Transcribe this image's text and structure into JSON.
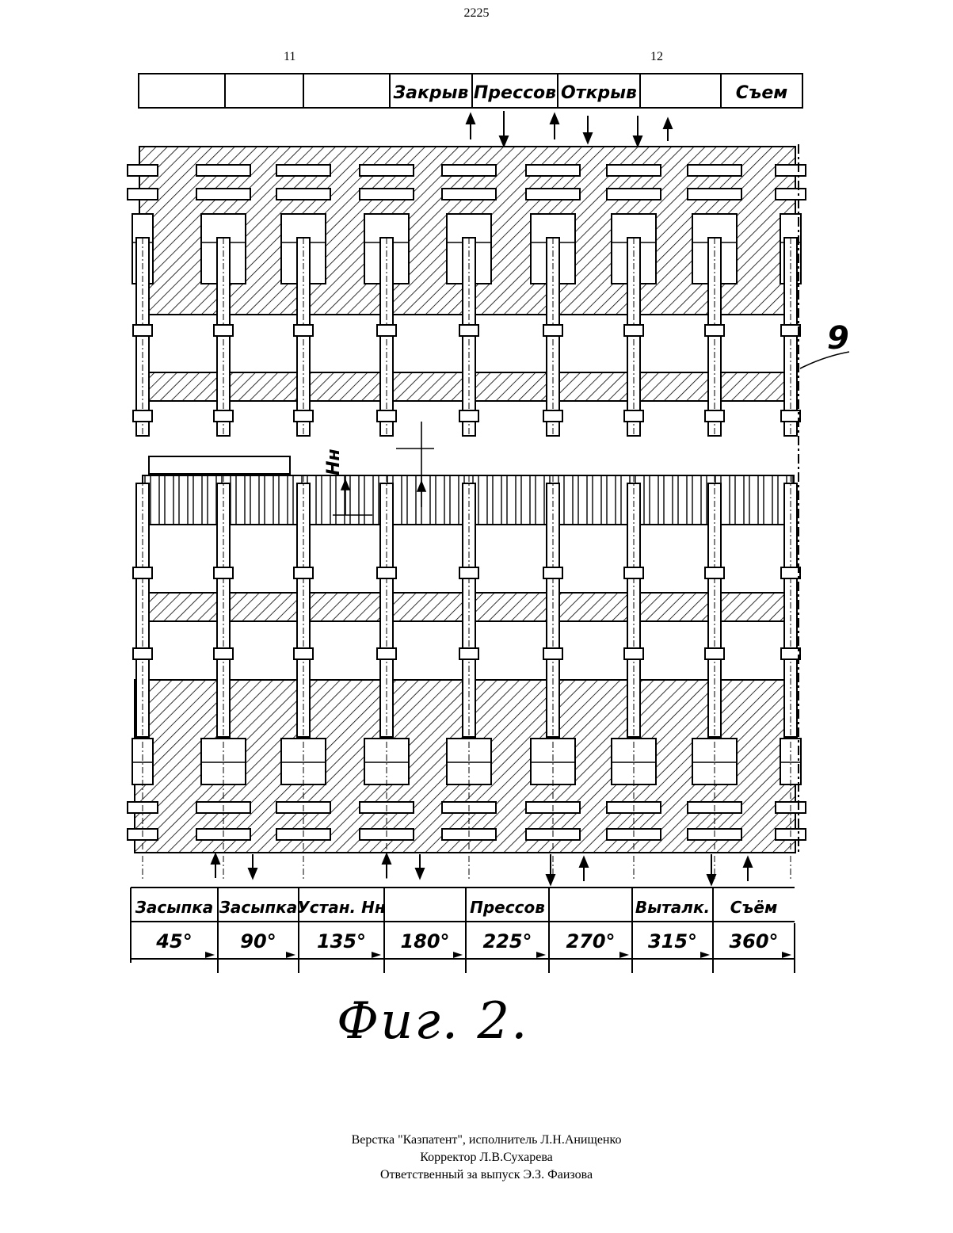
{
  "page_number": "2225",
  "column_numbers": {
    "left": "11",
    "right": "12"
  },
  "top_stages": [
    "",
    "",
    "",
    "Закрыв",
    "Прессов",
    "Открыв",
    "",
    "Съем"
  ],
  "bottom_stages": [
    "Засыпка",
    "Засыпка",
    "Устан. Нн",
    "",
    "Прессов",
    "",
    "Выталк.",
    "Съём"
  ],
  "angles": [
    "45°",
    "90°",
    "135°",
    "180°",
    "225°",
    "270°",
    "315°",
    "360°"
  ],
  "labels": {
    "height_marker": "Нн",
    "ref_number": "9"
  },
  "caption": "Фиг. 2.",
  "footer": {
    "line1": "Верстка \"Казпатент\", исполнитель Л.Н.Анищенко",
    "line2": "Корректор Л.В.Сухарева",
    "line3": "Ответственный за выпуск Э.З. Фаизова"
  },
  "colors": {
    "ink": "#000000",
    "paper": "#ffffff"
  }
}
